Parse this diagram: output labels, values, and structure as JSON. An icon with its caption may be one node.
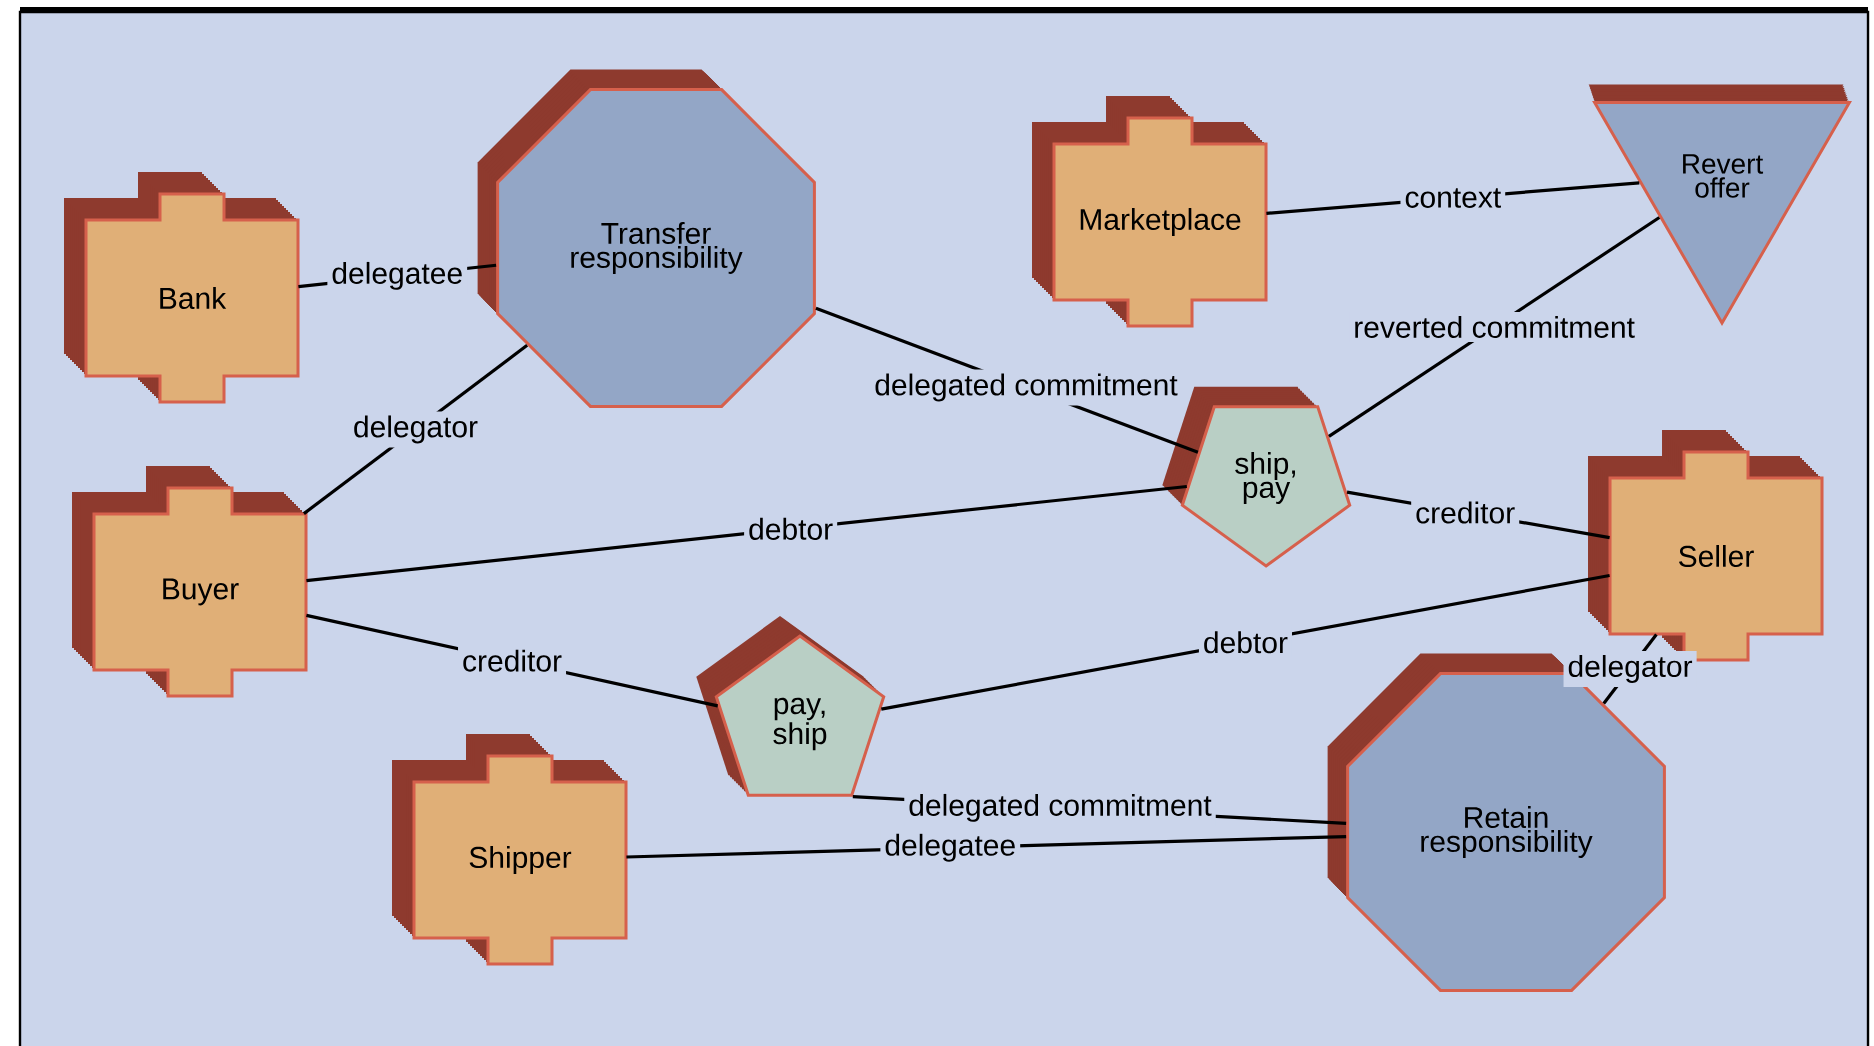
{
  "diagram": {
    "nodes": [
      {
        "text": [
          "Bank"
        ]
      },
      {
        "text": [
          "Transfer responsibility"
        ]
      },
      {
        "text": [
          "Marketplace"
        ]
      },
      {
        "text": [
          "Revert offer"
        ]
      },
      {
        "text": [
          "Buyer"
        ]
      },
      {
        "text": [
          "ship, pay"
        ]
      },
      {
        "text": [
          "Seller"
        ]
      },
      {
        "text": [
          "pay, ship"
        ]
      },
      {
        "text": [
          "Shipper"
        ]
      },
      {
        "text": [
          "Retain responsibility"
        ]
      }
    ],
    "edges": [
      {
        "from": 0,
        "to": 1,
        "arrow": "none",
        "label": "delegatee"
      },
      {
        "from": 4,
        "to": 1,
        "arrow": "none",
        "label": "delegator"
      },
      {
        "from": 2,
        "to": 3,
        "arrow": "none",
        "label": "context"
      },
      {
        "from": 1,
        "to": 5,
        "arrow": "none",
        "label": "delegated commitment"
      },
      {
        "from": 3,
        "to": 5,
        "arrow": "none",
        "label": "reverted commitment"
      },
      {
        "from": 5,
        "to": 6,
        "arrow": "none",
        "label": "creditor"
      },
      {
        "from": 4,
        "to": 5,
        "arrow": "none",
        "label": "debtor"
      },
      {
        "from": 4,
        "to": 7,
        "arrow": "none",
        "label": "creditor"
      },
      {
        "from": 7,
        "to": 6,
        "arrow": "none",
        "label": "debtor"
      },
      {
        "from": 7,
        "to": 9,
        "arrow": "none",
        "label": "delegated commitment"
      },
      {
        "from": 6,
        "to": 9,
        "arrow": "none",
        "label": "delegator"
      },
      {
        "from": 8,
        "to": 9,
        "arrow": "none",
        "label": "delegatee"
      }
    ]
  }
}
